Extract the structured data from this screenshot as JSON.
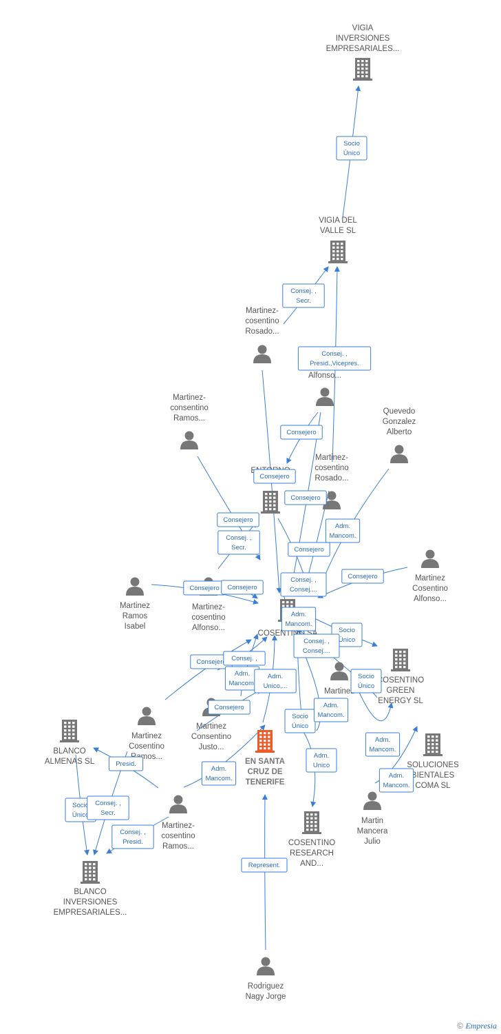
{
  "colors": {
    "edge": "#3a7fd5",
    "node": "#777777",
    "focus": "#f05a28"
  },
  "nodes": [
    {
      "id": "vigia_inv",
      "type": "company",
      "label": [
        "VIGIA",
        "INVERSIONES",
        "EMPRESARIALES..."
      ]
    },
    {
      "id": "vigia_valle",
      "type": "company",
      "label": [
        "VIGIA DEL",
        "VALLE SL"
      ]
    },
    {
      "id": "mc_rosado1",
      "type": "person",
      "label": [
        "Martinez-",
        "cosentino",
        "Rosado..."
      ]
    },
    {
      "id": "alfonso_top",
      "type": "person",
      "label": [
        "Alfonso..."
      ]
    },
    {
      "id": "mc_ramos_top",
      "type": "person",
      "label": [
        "Martinez-",
        "consentino",
        "Ramos..."
      ]
    },
    {
      "id": "quevedo",
      "type": "person",
      "label": [
        "Quevedo",
        "Gonzalez",
        "Alberto"
      ]
    },
    {
      "id": "mc_rosado2",
      "type": "person",
      "label": [
        "Martinez-",
        "cosentino",
        "Rosado..."
      ]
    },
    {
      "id": "entorno",
      "type": "company",
      "label": [
        "ENTORNO",
        "DE ..."
      ]
    },
    {
      "id": "mc_alfonso_r",
      "type": "person",
      "label": [
        "Martinez",
        "Cosentino",
        "Alfonso..."
      ]
    },
    {
      "id": "mr_isabel",
      "type": "person",
      "label": [
        "Martinez",
        "Ramos",
        "Isabel"
      ]
    },
    {
      "id": "mc_alfonso_c",
      "type": "person",
      "label": [
        "Martinez-",
        "cosentino",
        "Alfonso..."
      ]
    },
    {
      "id": "cosentino_sa",
      "type": "company",
      "label": [
        "COSENTINO SA"
      ]
    },
    {
      "id": "cosentino_green",
      "type": "company",
      "label": [
        "COSENTINO",
        "GREEN",
        "ENERGY  SL"
      ]
    },
    {
      "id": "martinez_o",
      "type": "person",
      "label": [
        "Martinez",
        "o"
      ]
    },
    {
      "id": "blanco_alm",
      "type": "company",
      "label": [
        "BLANCO",
        "ALMENAS SL"
      ]
    },
    {
      "id": "mc_ramos_mid",
      "type": "person",
      "label": [
        "Martinez",
        "Cosentino",
        "Ramos..."
      ]
    },
    {
      "id": "mc_justo",
      "type": "person",
      "label": [
        "Martinez",
        "Consentino",
        "Justo..."
      ]
    },
    {
      "id": "focus",
      "type": "focus",
      "label": [
        "EN SANTA",
        "CRUZ DE",
        "TENERIFE"
      ]
    },
    {
      "id": "soluciones",
      "type": "company",
      "label": [
        "SOLUCIONES",
        "BIENTALES",
        "COMA SL"
      ]
    },
    {
      "id": "cosentino_res",
      "type": "company",
      "label": [
        "COSENTINO",
        "RESEARCH",
        "AND..."
      ]
    },
    {
      "id": "martin_mancera",
      "type": "person",
      "label": [
        "Martin",
        "Mancera",
        "Julio"
      ]
    },
    {
      "id": "mc_ramos_bot",
      "type": "person",
      "label": [
        "Martinez-",
        "cosentino",
        "Ramos..."
      ]
    },
    {
      "id": "blanco_inv",
      "type": "company",
      "label": [
        "BLANCO",
        "INVERSIONES",
        "EMPRESARIALES..."
      ]
    },
    {
      "id": "rodriguez",
      "type": "person",
      "label": [
        "Rodriguez",
        "Nagy Jorge"
      ]
    }
  ],
  "edges": [
    {
      "label": [
        "Socio",
        "Único"
      ]
    },
    {
      "label": [
        "Consej. ,",
        "Secr."
      ]
    },
    {
      "label": [
        "Consej. ,",
        "Presid.,Vicepres."
      ]
    },
    {
      "label": [
        "Consejero"
      ]
    },
    {
      "label": [
        "Consejero"
      ]
    },
    {
      "label": [
        "Consejero"
      ]
    },
    {
      "label": [
        "Adm.",
        "Mancom."
      ]
    },
    {
      "label": [
        "Consejero"
      ]
    },
    {
      "label": [
        "Consej. ,",
        "Secr."
      ]
    },
    {
      "label": [
        "Consejero"
      ]
    },
    {
      "label": [
        "Consejero"
      ]
    },
    {
      "label": [
        "Consejero"
      ]
    },
    {
      "label": [
        "Consej. ,",
        "Consej...."
      ]
    },
    {
      "label": [
        "Consejero"
      ]
    },
    {
      "label": [
        "Adm.",
        "Mancom."
      ]
    },
    {
      "label": [
        "Socio",
        "Único"
      ]
    },
    {
      "label": [
        "Consej. ,",
        "Consej...."
      ]
    },
    {
      "label": [
        "Consejero"
      ]
    },
    {
      "label": [
        "Consej. ,"
      ]
    },
    {
      "label": [
        "Adm.",
        "Mancom."
      ]
    },
    {
      "label": [
        "Adm.",
        "Unico,..."
      ]
    },
    {
      "label": [
        "Consejero"
      ]
    },
    {
      "label": [
        "Socio",
        "Único"
      ]
    },
    {
      "label": [
        "Adm.",
        "Mancom."
      ]
    },
    {
      "label": [
        "Socio",
        "Único"
      ]
    },
    {
      "label": [
        "Adm.",
        "Unico"
      ]
    },
    {
      "label": [
        "Adm.",
        "Mancom."
      ]
    },
    {
      "label": [
        "Adm.",
        "Mancom."
      ]
    },
    {
      "label": [
        "Presid."
      ]
    },
    {
      "label": [
        "Socio",
        "Único"
      ]
    },
    {
      "label": [
        "Consej. ,",
        "Secr."
      ]
    },
    {
      "label": [
        "Consej. ,",
        "Presid."
      ]
    },
    {
      "label": [
        "Adm.",
        "Mancom."
      ]
    },
    {
      "label": [
        "Represent."
      ]
    }
  ],
  "footer": {
    "copyright": "©",
    "brand": "Empresia"
  }
}
